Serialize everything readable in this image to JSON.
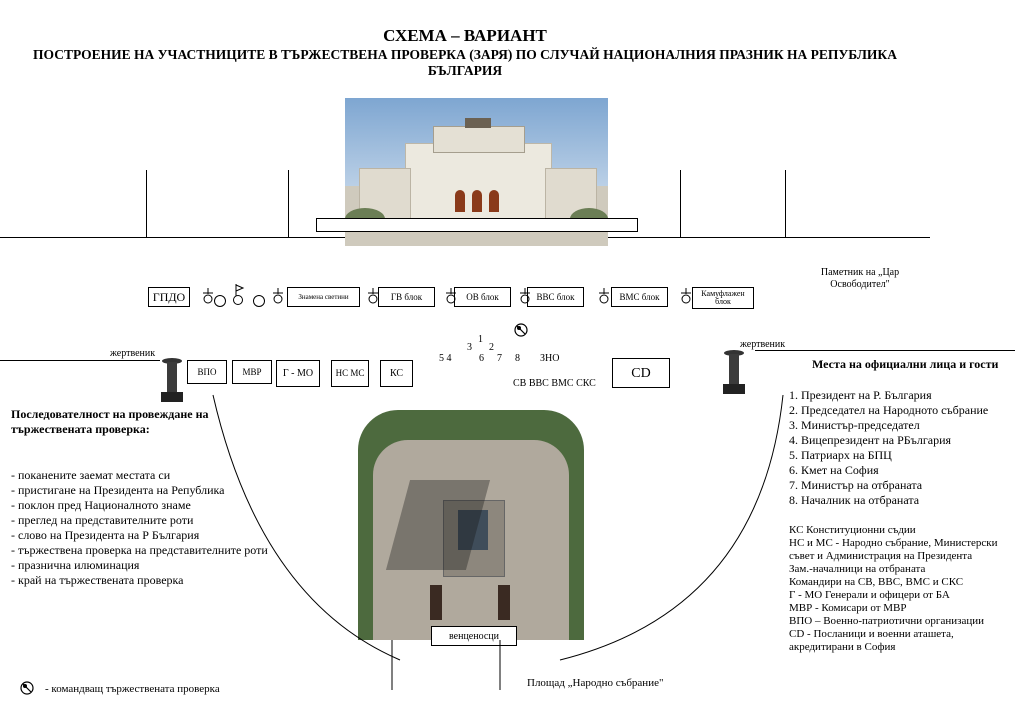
{
  "title": "СХЕМА – ВАРИАНТ",
  "subtitle": "ПОСТРОЕНИЕ НА УЧАСТНИЦИТЕ В ТЪРЖЕСТВЕНА ПРОВЕРКА (ЗАРЯ) ПО СЛУЧАЙ НАЦИОНАЛНИЯ ПРАЗНИК НА РЕПУБЛИКА БЪЛГАРИЯ",
  "row1": {
    "gpdo": "ГПДО",
    "flags": "Знамена светини",
    "gv": "ГВ блок",
    "ov": "ОВ блок",
    "vvs": "ВВС блок",
    "vms": "ВМС блок",
    "camo": "Камуфлажен блок"
  },
  "monument_label": "Паметник на „Цар Освободител\"",
  "altar_left": "жертвеник",
  "altar_right": "жертвеник",
  "row2": {
    "vpo": "ВПО",
    "mvr": "МВР",
    "gmo": "Г - МО",
    "nsms": "НС МС",
    "ks": "КС",
    "cd": "CD"
  },
  "numbers": {
    "n1": "1",
    "n2": "2",
    "n3": "3",
    "n54": "5 4",
    "n6": "6",
    "n7": "7",
    "n8": "8",
    "zno": "ЗНО",
    "commanders": "СВ ВВС ВМС СКС"
  },
  "sequence": {
    "heading": "Последователност на провеждане на тържествената проверка:",
    "items": [
      "- поканените заемат местата си",
      "- пристигане на Президента на Република",
      "- поклон пред Националното знаме",
      "- преглед на представителните роти",
      "- слово на Президента на Р България",
      "- тържествена проверка на представителните роти",
      "- празнична илюминация",
      "- край на тържествената проверка"
    ]
  },
  "places": {
    "heading": "Места на официални лица и гости",
    "items": [
      "1. Президент на Р. България",
      "2. Председател на Народното събрание",
      "3. Министър-председател",
      "4. Вицепрезидент на РБългария",
      "5. Патриарх на БПЦ",
      "6. Кмет на София",
      "7. Министър на отбраната",
      "8. Началник на отбраната"
    ],
    "extra": [
      "КС   Конституционни съдии",
      "НС и МС - Народно събрание, Министерски съвет и Администрация на Президента",
      "Зам.-началници на отбраната",
      "Командири на  СВ, ВВС, ВМС и СКС",
      "Г - МО  Генерали и офицери от БА",
      "МВР -  Комисари от МВР",
      "ВПО – Военно-патриотични организации",
      "CD - Посланици и военни аташета, акредитирани в София"
    ]
  },
  "wreath": "венценосци",
  "square": "Площад „Народно събрание\"",
  "legend": "- командващ тържествената проверка",
  "icons": {
    "commander": "commander-symbol-icon",
    "banner": "banner-person-icon",
    "altar": "altar-icon"
  },
  "colors": {
    "sky": "#9cb9d8",
    "building": "#e6e2d6",
    "roof": "#7d7264",
    "door": "#8a3a1a",
    "square": "#b2aba0",
    "green": "#567a45"
  }
}
